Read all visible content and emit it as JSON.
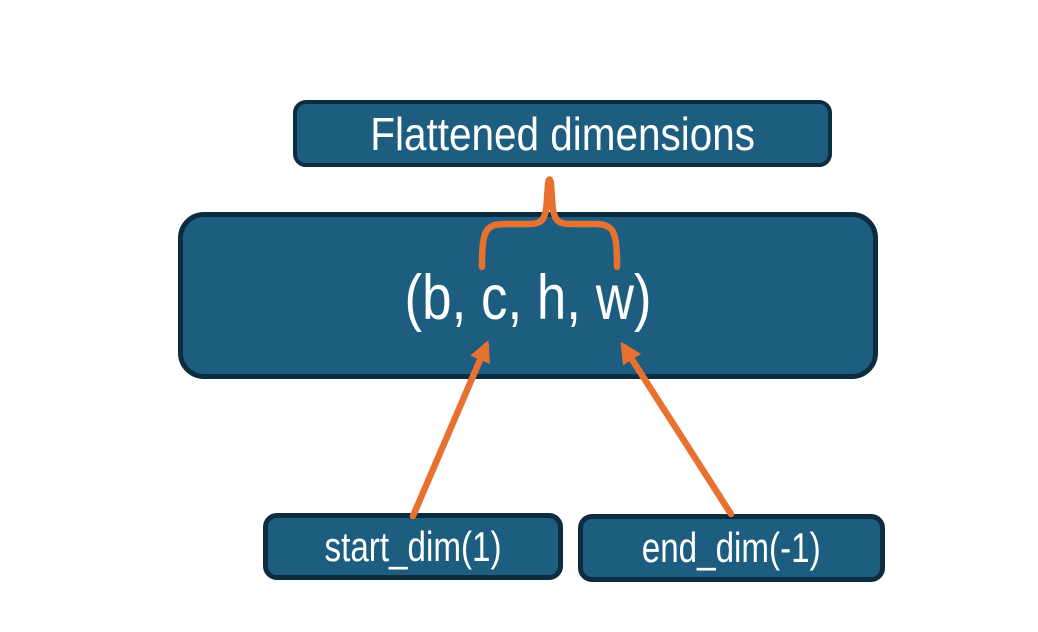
{
  "diagram": {
    "title_box": {
      "label": "Flattened dimensions"
    },
    "tensor_box": {
      "label": "(b, c, h, w)"
    },
    "start_dim_box": {
      "label": "start_dim(1)"
    },
    "end_dim_box": {
      "label": "end_dim(-1)"
    },
    "colors": {
      "bg": "#ffffff",
      "box_fill": "#1d5e80",
      "box_border": "#0d2c3f",
      "accent": "#e7712f",
      "text": "#ffffff"
    }
  }
}
